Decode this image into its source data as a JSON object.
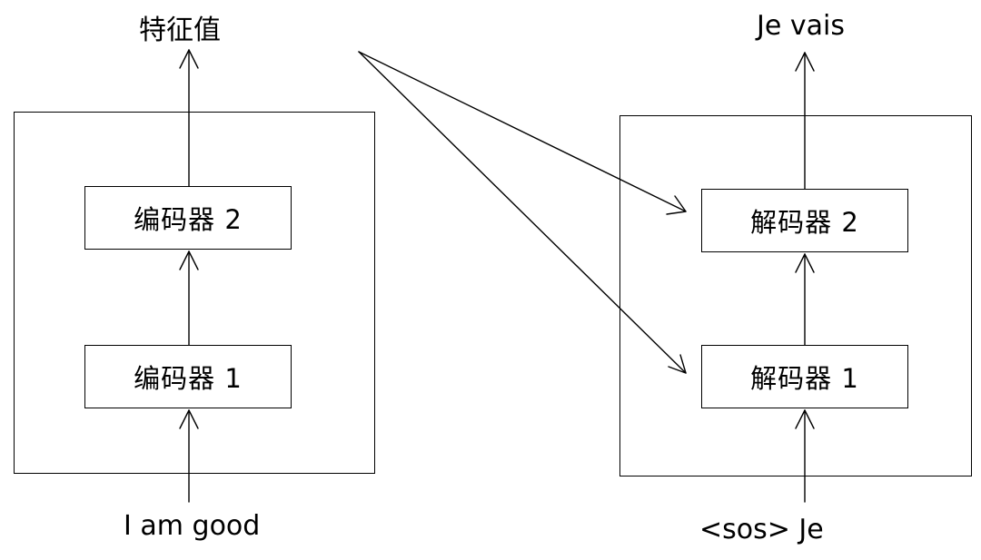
{
  "encoder": {
    "output_label": "特征值",
    "input_label": "I am good",
    "blocks": [
      {
        "label": "编码器 2"
      },
      {
        "label": "编码器 1"
      }
    ]
  },
  "decoder": {
    "output_label": "Je vais",
    "input_label": "<sos> Je",
    "blocks": [
      {
        "label": "解码器 2"
      },
      {
        "label": "解码器 1"
      }
    ]
  }
}
